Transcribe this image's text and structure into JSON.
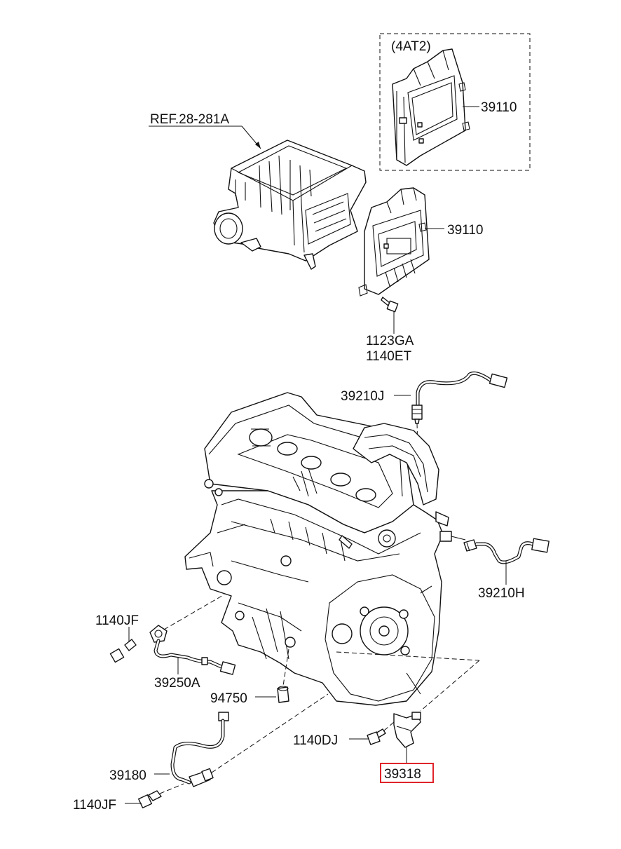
{
  "diagram": {
    "labels": {
      "ref_air_cleaner": "REF.28-281A",
      "variant_tag": "(4AT2)",
      "ecu_variant": "39110",
      "ecu_main": "39110",
      "bolt_1": "1123GA",
      "bolt_2": "1140ET",
      "o2_upper": "39210J",
      "o2_lower": "39210H",
      "knock_bolt": "1140JF",
      "knock_sensor": "39250A",
      "oil_pressure_switch": "94750",
      "crank_bolt": "1140DJ",
      "crank_sensor": "39318",
      "cam_sensor": "39180",
      "cam_bolt": "1140JF"
    },
    "highlight_color": "#e0242b",
    "line_color": "#111111"
  }
}
